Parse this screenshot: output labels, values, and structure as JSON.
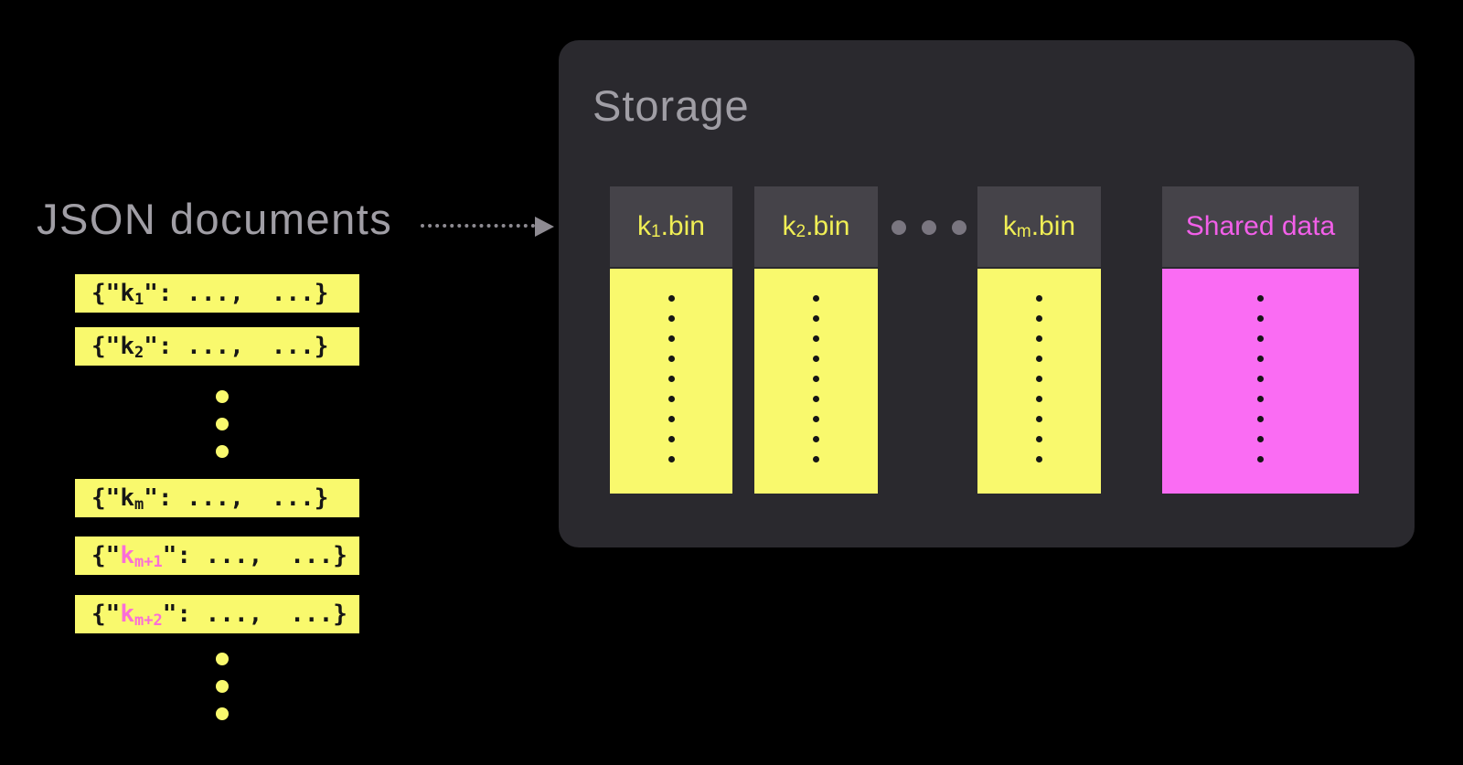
{
  "colors": {
    "background": "#000000",
    "panel": "#2a292e",
    "bin_header": "#454349",
    "yellow": "#f9f96d",
    "yellow_header_text": "#f0ee55",
    "magenta": "#fa6cf3",
    "magenta_header_text": "#f25fe9",
    "pink_key": "#fa6ed7",
    "gray_text": "#a09ea5",
    "ellipsis_gray": "#7a7680"
  },
  "left": {
    "title": "JSON documents",
    "doc_prefix": "{\"",
    "doc_suffix": "\": ...,",
    "doc_tail": "...}",
    "ellipsis_dots": 3,
    "documents": [
      {
        "key": "k",
        "sub": "1",
        "highlight": false
      },
      {
        "key": "k",
        "sub": "2",
        "highlight": false
      },
      {
        "key": "k",
        "sub": "m",
        "highlight": false
      },
      {
        "key": "k",
        "sub": "m+1",
        "highlight": true
      },
      {
        "key": "k",
        "sub": "m+2",
        "highlight": true
      }
    ]
  },
  "storage": {
    "title": "Storage",
    "ellipsis_dots": 3,
    "dots_per_column": 9,
    "bins": [
      {
        "type": "bin",
        "name": "k",
        "sub": "1",
        "ext": ".bin"
      },
      {
        "type": "bin",
        "name": "k",
        "sub": "2",
        "ext": ".bin"
      },
      {
        "type": "bin",
        "name": "k",
        "sub": "m",
        "ext": ".bin"
      },
      {
        "type": "shared",
        "label": "Shared data"
      }
    ]
  }
}
